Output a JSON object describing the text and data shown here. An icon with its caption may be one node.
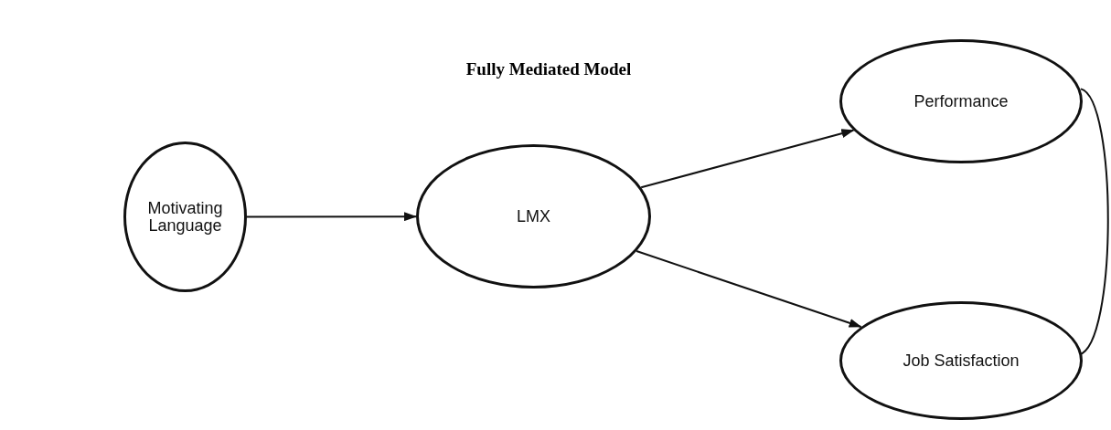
{
  "diagram": {
    "title": "Fully Mediated Model",
    "nodes": [
      {
        "text": [
          "Motivating Language"
        ]
      },
      {
        "text": [
          "LMX"
        ]
      },
      {
        "text": [
          "Performance"
        ]
      },
      {
        "text": [
          "Job Satisfaction"
        ]
      }
    ],
    "edges": [
      {
        "from": 0,
        "to": 1,
        "arrow": "to"
      },
      {
        "from": 1,
        "to": 2,
        "arrow": "to"
      },
      {
        "from": 1,
        "to": 3,
        "arrow": "to"
      },
      {
        "from": 2,
        "to": 3,
        "arrow": "none"
      }
    ]
  }
}
